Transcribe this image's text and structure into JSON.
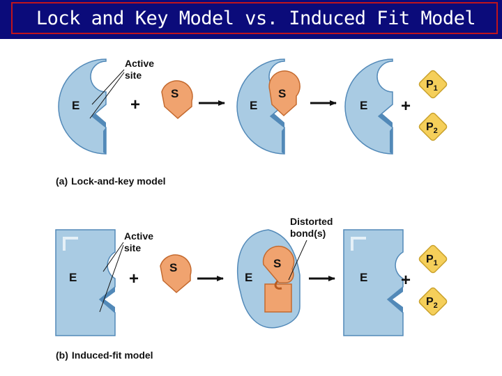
{
  "title": "Lock and Key Model vs. Induced Fit Model",
  "colors": {
    "header_background": "#0b0b7a",
    "header_border": "#c0141c",
    "enzyme_fill": "#a9cbe3",
    "enzyme_dark": "#5289b8",
    "substrate_fill": "#f0a36f",
    "product_fill": "#f5cf5a"
  },
  "panel_a": {
    "caption_letter": "(a)",
    "caption_text": "Lock-and-key model",
    "active_site_line1": "Active",
    "active_site_line2": "site",
    "enzyme_label": "E",
    "substrate_label": "S",
    "plus": "+",
    "product1": {
      "letter": "P",
      "sub": "1"
    },
    "product2": {
      "letter": "P",
      "sub": "2"
    }
  },
  "panel_b": {
    "caption_letter": "(b)",
    "caption_text": "Induced-fit model",
    "active_site_line1": "Active",
    "active_site_line2": "site",
    "distorted_line1": "Distorted",
    "distorted_line2": "bond(s)",
    "enzyme_label": "E",
    "substrate_label": "S",
    "plus": "+",
    "product1": {
      "letter": "P",
      "sub": "1"
    },
    "product2": {
      "letter": "P",
      "sub": "2"
    }
  }
}
